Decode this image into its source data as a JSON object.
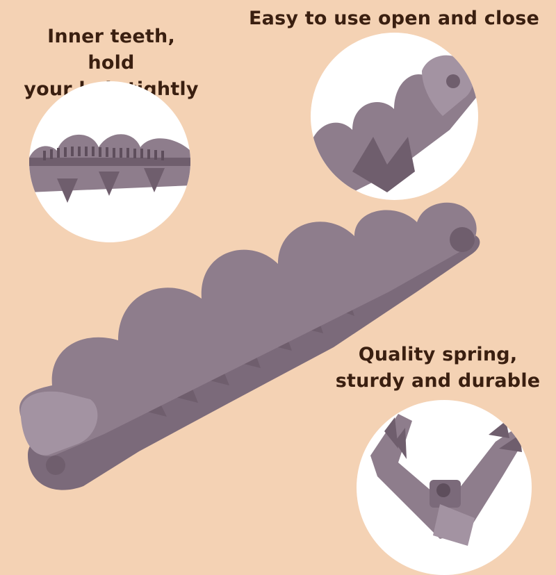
{
  "labels": {
    "teeth": [
      "Inner teeth, hold",
      "your hair tightly"
    ],
    "open_close": "Easy to use open and close",
    "spring": [
      "Quality spring,",
      "sturdy and durable"
    ]
  },
  "colors": {
    "background": "#F4D2B4",
    "clip": "#8E7D8C",
    "clip_shadow": "#6F5E6D",
    "clip_highlight": "#A393A2",
    "text": "#3A1F10"
  }
}
